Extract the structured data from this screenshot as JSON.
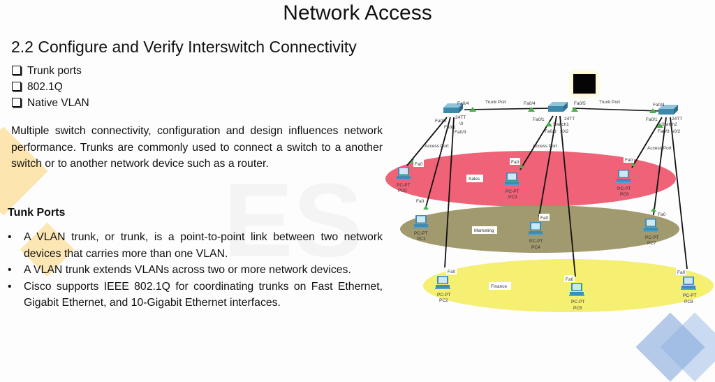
{
  "slide": {
    "title": "Network Access",
    "subtitle": "2.2 Configure and Verify Interswitch Connectivity",
    "checklist": [
      "Trunk ports",
      "802.1Q",
      "Native VLAN"
    ],
    "paragraph": "Multiple switch connectivity, configuration and design influences network performance. Trunks are commonly used to connect a switch to a another switch or to another network device such as a router.",
    "section_heading": "Tunk Ports",
    "bullet_char": "•",
    "bullets": [
      "A VLAN trunk, or trunk, is a point-to-point link between two network devices that carries more than one VLAN.",
      "A VLAN trunk extends VLANs across two or more network devices.",
      "Cisco supports IEEE 802.1Q for coordinating trunks on Fast Ethernet, Gigabit Ethernet, and 10-Gigabit Ethernet interfaces."
    ],
    "watermark": "ES"
  },
  "diagram": {
    "colors": {
      "sales": "#ee5a70",
      "marketing": "#9c9566",
      "finance": "#f4ee6a",
      "switch": "#4a8fb0",
      "link_up": "#4cae4c"
    },
    "vlans": {
      "sales": "Sales",
      "marketing": "Marketing",
      "finance": "Finance"
    },
    "links": {
      "trunk_left": "Trunk Port",
      "trunk_right": "Trunk Port",
      "access": "Access Port"
    },
    "switch0": {
      "model": "24TT",
      "name": "\\0",
      "ports": {
        "fa04": "Fa0/4",
        "fa02": "Fa0/2",
        "fa01": "Fa0/1",
        "fa03": "Fa0/3"
      }
    },
    "switch1": {
      "model": "24TT",
      "name": "Switch1",
      "ports": {
        "fa04": "Fa0/4",
        "fa05": "Fa0/5",
        "fa01": "Fa0/1",
        "fa03": "Fa0/3",
        "fa02": "s0/2"
      }
    },
    "switch2": {
      "model": "24TT",
      "name": "Switch2",
      "ports": {
        "fa04": "Fa0/4",
        "fa01": "Fa0/1",
        "fa03": "Fa0/3",
        "fa02": "s0/2"
      }
    },
    "pc_type": "PC-PT",
    "pc_port": "Fa0",
    "pcs": [
      "PC0",
      "PC1",
      "PC2",
      "PC3",
      "PC4",
      "PC5",
      "PC6",
      "PC7",
      "PC8"
    ]
  }
}
